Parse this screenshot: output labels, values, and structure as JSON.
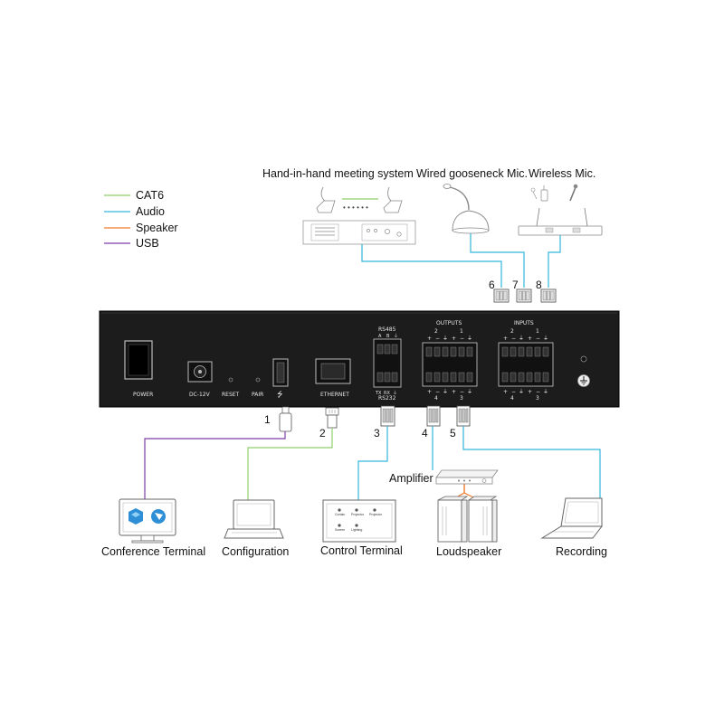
{
  "legend": [
    {
      "label": "CAT6",
      "color": "#8fd16a"
    },
    {
      "label": "Audio",
      "color": "#33b6dd"
    },
    {
      "label": "Speaker",
      "color": "#f07a2a"
    },
    {
      "label": "USB",
      "color": "#7b3fa8"
    }
  ],
  "top_devices": {
    "hand_in_hand": "Hand-in-hand meeting system",
    "gooseneck": "Wired gooseneck Mic.",
    "wireless": "Wireless Mic."
  },
  "panel": {
    "power": "POWER",
    "dc": "DC-12V",
    "reset": "RESET",
    "pair": "PAIR",
    "usb_symbol": "⭍",
    "ethernet": "ETHERNET",
    "rs485": "RS485",
    "rs485_pins": [
      "A",
      "B",
      "⏚"
    ],
    "rs232_pins": [
      "TX",
      "RX",
      "⏚"
    ],
    "rs232": "RS232",
    "outputs": "OUTPUTS",
    "inputs": "INPUTS",
    "top_channels": [
      "2",
      "1"
    ],
    "bottom_channels": [
      "4",
      "3"
    ],
    "pin_marks": [
      "+",
      "−",
      "⏚",
      "+",
      "−",
      "⏚"
    ]
  },
  "port_numbers": [
    "1",
    "2",
    "3",
    "4",
    "5",
    "6",
    "7",
    "8"
  ],
  "amplifier": "Amplifier",
  "bottom_devices": {
    "conference": "Conference Terminal",
    "configuration": "Configuration",
    "control": "Control Terminal",
    "loudspeaker": "Loudspeaker",
    "recording": "Recording"
  },
  "control_panel_keys": [
    "Curtain",
    "Projector",
    "Projector",
    "Screen",
    "Lighting"
  ],
  "colors": {
    "cat6": "#8fd16a",
    "audio": "#33b6dd",
    "speaker": "#f07a2a",
    "usb": "#7b3fa8",
    "chassis": "#1c1c1c"
  }
}
